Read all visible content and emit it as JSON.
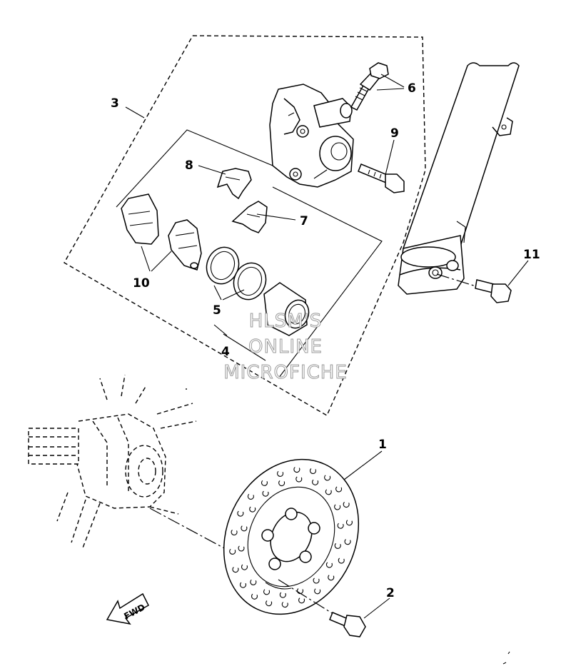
{
  "callouts": [
    {
      "label": "1"
    },
    {
      "label": "2"
    },
    {
      "label": "3"
    },
    {
      "label": "4"
    },
    {
      "label": "5"
    },
    {
      "label": "6"
    },
    {
      "label": "7"
    },
    {
      "label": "8"
    },
    {
      "label": "9"
    },
    {
      "label": "10"
    },
    {
      "label": "11"
    }
  ],
  "watermark": {
    "line1": "HLSM'S",
    "line2": "ONLINE",
    "line3": "MICROFICHE"
  },
  "direction_arrow": {
    "label": "FWD"
  }
}
